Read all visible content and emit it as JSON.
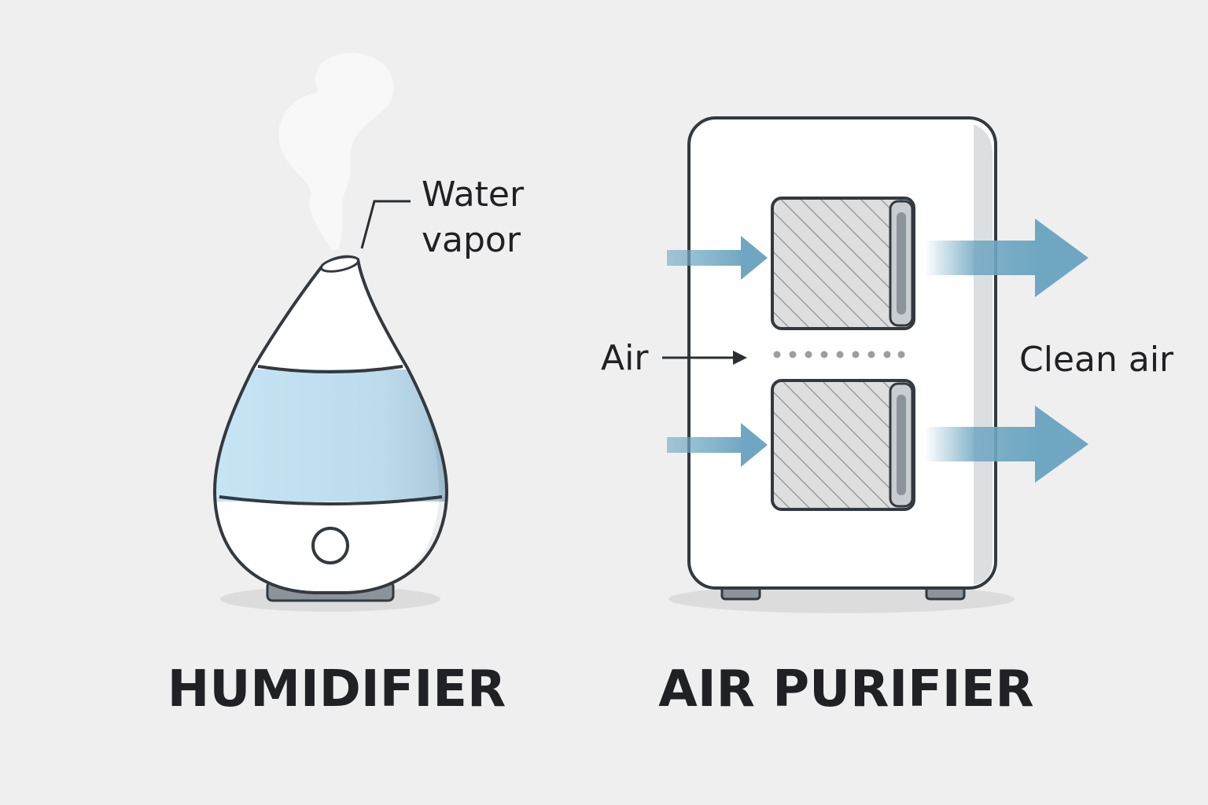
{
  "humidifier": {
    "title": "HUMIDIFIER",
    "callout_line1": "Water",
    "callout_line2": "vapor"
  },
  "air_purifier": {
    "title": "AIR PURIFIER",
    "intake_label": "Air",
    "output_label": "Clean air"
  },
  "colors": {
    "background": "#efefef",
    "outline": "#33393f",
    "water": "#bfe0f2",
    "arrow": "#6fa7c2",
    "filter": "#d8d8d8"
  },
  "icons": [
    "humidifier-icon",
    "air-purifier-icon",
    "filter-icon",
    "arrow-icon",
    "steam-icon"
  ]
}
